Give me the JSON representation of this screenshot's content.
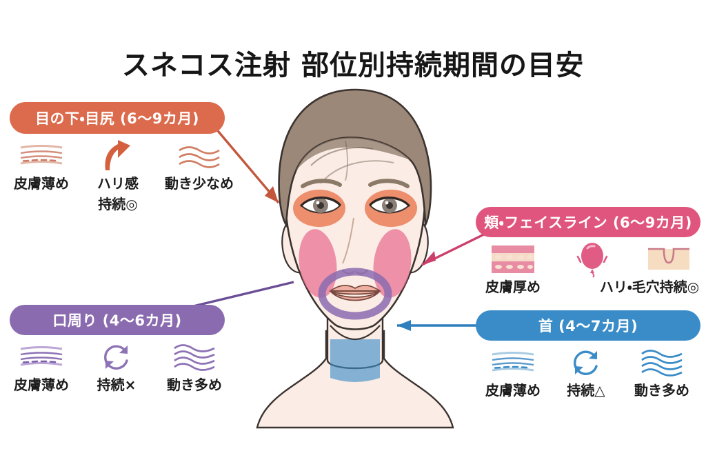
{
  "page": {
    "title": "スネコス注射 部位別持続期間の目安",
    "background_color": "#ffffff"
  },
  "colors": {
    "under_eye": "#DC6A4C",
    "cheek": "#E0557D",
    "mouth": "#8B6BB0",
    "neck": "#3A8CC8",
    "title_text": "#161616",
    "caption_text": "#1c1c1c",
    "skin": "#FBEDE5",
    "hair": "#9C8878",
    "lip": "#E9A296"
  },
  "regions": [
    {
      "id": "under-eye",
      "label": "目の下・目尻 (6〜9カ月)",
      "area_name": "目の下・目尻",
      "duration": "6〜9カ月",
      "color": "#DC6A4C",
      "items": [
        {
          "icon": "skin-thin-icon",
          "caption": "皮膚薄め",
          "caption2": ""
        },
        {
          "icon": "firmness-up-arrow-icon",
          "caption": "ハリ感",
          "caption2": "持続◎"
        },
        {
          "icon": "motion-low-waves-icon",
          "caption": "動き少なめ",
          "caption2": ""
        }
      ]
    },
    {
      "id": "cheek-faceline",
      "label": "頬・フェイスライン (6〜9カ月)",
      "area_name": "頬・フェイスライン",
      "duration": "6〜9カ月",
      "color": "#E0557D",
      "items": [
        {
          "icon": "skin-thick-icon",
          "caption": "皮膚厚め",
          "caption2": ""
        },
        {
          "icon": "balloon-firmness-icon",
          "caption": "ハリ・毛穴持続◎",
          "caption2": ""
        },
        {
          "icon": "pore-icon",
          "caption": "",
          "caption2": ""
        }
      ]
    },
    {
      "id": "mouth-area",
      "label": "口周り (4〜6カ月)",
      "area_name": "口周り",
      "duration": "4〜6カ月",
      "color": "#8B6BB0",
      "items": [
        {
          "icon": "skin-thin-icon",
          "caption": "皮膚薄め",
          "caption2": ""
        },
        {
          "icon": "duration-cycle-icon",
          "caption": "持続×",
          "caption2": ""
        },
        {
          "icon": "motion-high-waves-icon",
          "caption": "動き多め",
          "caption2": ""
        }
      ]
    },
    {
      "id": "neck",
      "label": "首 (4〜7カ月)",
      "area_name": "首",
      "duration": "4〜7カ月",
      "color": "#3A8CC8",
      "items": [
        {
          "icon": "skin-thin-icon",
          "caption": "皮膚薄め",
          "caption2": ""
        },
        {
          "icon": "duration-cycle-icon",
          "caption": "持続△",
          "caption2": ""
        },
        {
          "icon": "motion-high-waves-icon",
          "caption": "動き多め",
          "caption2": ""
        }
      ]
    }
  ],
  "illustration": {
    "name": "female-face-front-illustration",
    "highlight_zones": [
      {
        "name": "under-eye-zone",
        "color": "#DC6A4C"
      },
      {
        "name": "cheek-zone",
        "color": "#E0557D"
      },
      {
        "name": "mouth-ring-zone",
        "color": "#8B6BB0"
      },
      {
        "name": "neck-zone",
        "color": "#3A8CC8"
      }
    ]
  }
}
